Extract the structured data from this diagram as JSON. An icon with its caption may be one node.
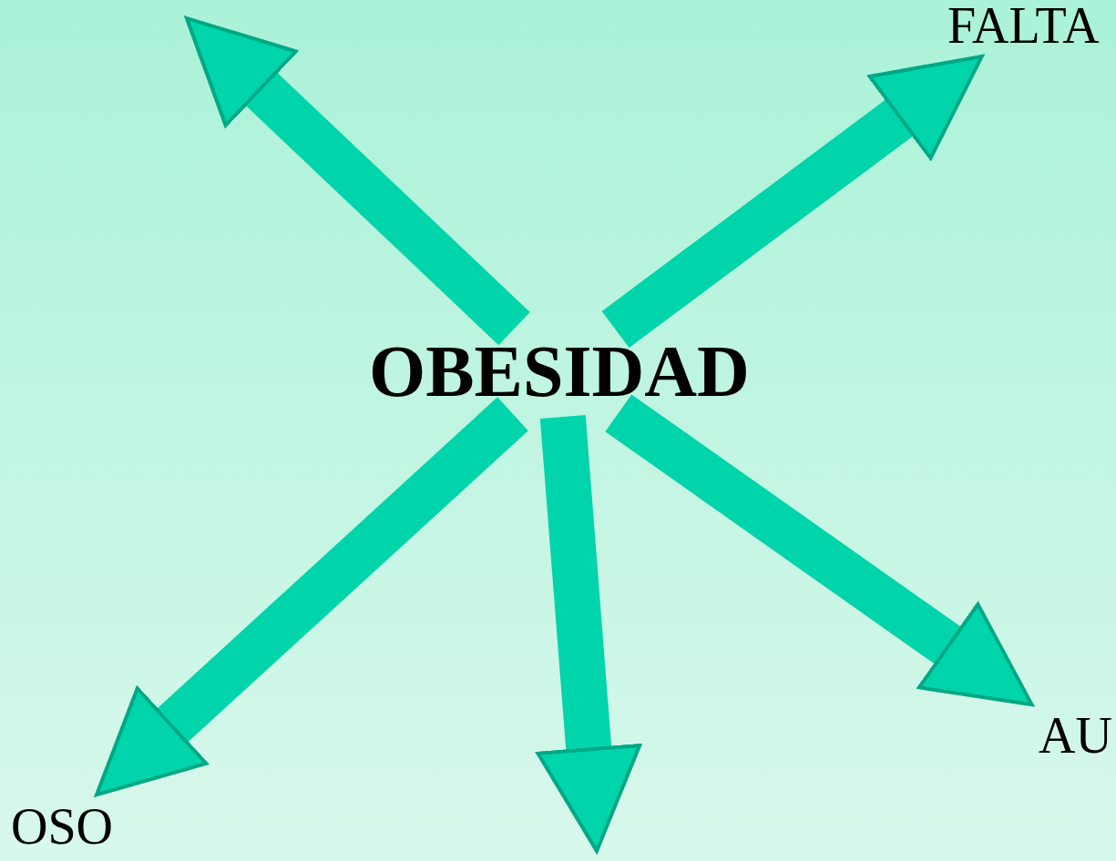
{
  "diagram": {
    "nodes": [
      {
        "text": [
          "OBESIDAD"
        ]
      },
      {
        "text": [
          "FALTA"
        ]
      },
      {
        "text": [
          "AU"
        ]
      },
      {
        "text": [
          "OSO"
        ]
      }
    ],
    "edges": [
      {
        "from": 0,
        "to": null,
        "arrow": "to"
      },
      {
        "from": 0,
        "to": 1,
        "arrow": "to"
      },
      {
        "from": 0,
        "to": 2,
        "arrow": "to"
      },
      {
        "from": 0,
        "to": null,
        "arrow": "to"
      },
      {
        "from": 0,
        "to": 3,
        "arrow": "to"
      }
    ]
  }
}
